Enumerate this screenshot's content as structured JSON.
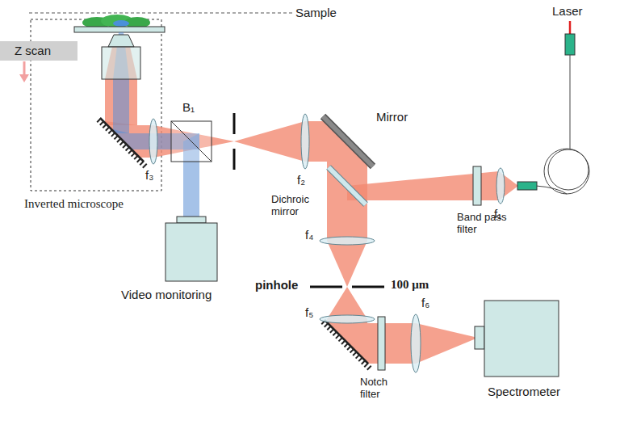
{
  "diagram": {
    "labels": [
      "Sample",
      "Laser",
      "Z scan",
      "B₁",
      "Mirror",
      "Inverted microscope",
      "f₃",
      "f₂",
      "Dichroic mirror",
      "Band pass filter",
      "f₁",
      "Video monitoring",
      "f₄",
      "pinhole",
      "100 μm",
      "f₅",
      "f₆",
      "Notch filter",
      "Spectrometer"
    ]
  }
}
